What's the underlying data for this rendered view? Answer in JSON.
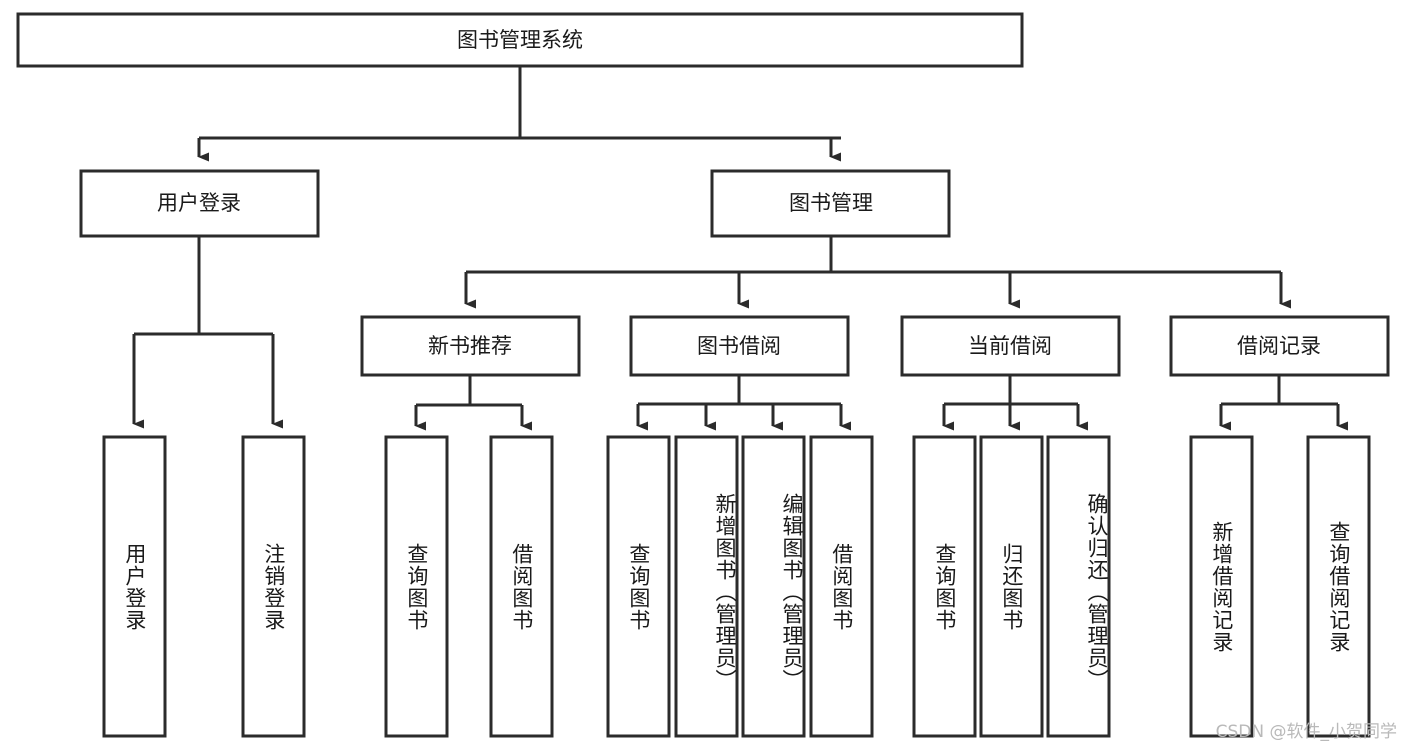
{
  "diagram": {
    "title": "图书管理系统",
    "type": "tree-hierarchy",
    "style": {
      "box_fill": "#ffffff",
      "box_stroke": "#2b2b2b",
      "text_color": "#1a1a1a",
      "watermark_color": "#b9b9b9",
      "background": "#ffffff"
    },
    "root": {
      "label": "图书管理系统"
    },
    "level2": [
      {
        "label": "用户登录"
      },
      {
        "label": "图书管理"
      }
    ],
    "level3": [
      {
        "label": "新书推荐"
      },
      {
        "label": "图书借阅"
      },
      {
        "label": "当前借阅"
      },
      {
        "label": "借阅记录"
      }
    ],
    "leaves": {
      "user_login": [
        {
          "label": "用户登录"
        },
        {
          "label": "注销登录"
        }
      ],
      "new_book_recommend": [
        {
          "label": "查询图书"
        },
        {
          "label": "借阅图书"
        }
      ],
      "book_borrow": [
        {
          "label": "查询图书"
        },
        {
          "label": "新增图书（管理员）"
        },
        {
          "label": "编辑图书（管理员）"
        },
        {
          "label": "借阅图书"
        }
      ],
      "current_borrow": [
        {
          "label": "查询图书"
        },
        {
          "label": "归还图书"
        },
        {
          "label": "确认归还（管理员）"
        }
      ],
      "borrow_record": [
        {
          "label": "新增借阅记录"
        },
        {
          "label": "查询借阅记录"
        }
      ]
    },
    "watermark": "CSDN @软件_小贺同学"
  }
}
